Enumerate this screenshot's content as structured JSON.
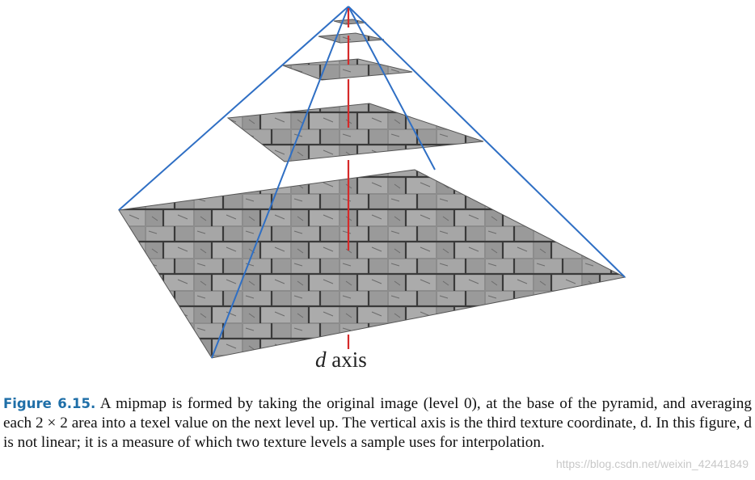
{
  "figure": {
    "axis_label_var": "d",
    "axis_label_text": " axis",
    "levels": 5,
    "colors": {
      "pyramid_edges": "#2f6fc4",
      "d_axis": "#d62a2a",
      "stone": "#7a7a7a"
    }
  },
  "caption": {
    "figure_number": "Figure 6.15.",
    "text": " A mipmap is formed by taking the original image (level 0), at the base of the pyramid, and averaging each 2 × 2 area into a texel value on the next level up. The vertical axis is the third texture coordinate, d. In this figure, d is not linear; it is a measure of which two texture levels a sample uses for interpolation."
  },
  "watermark": "https://blog.csdn.net/weixin_42441849"
}
